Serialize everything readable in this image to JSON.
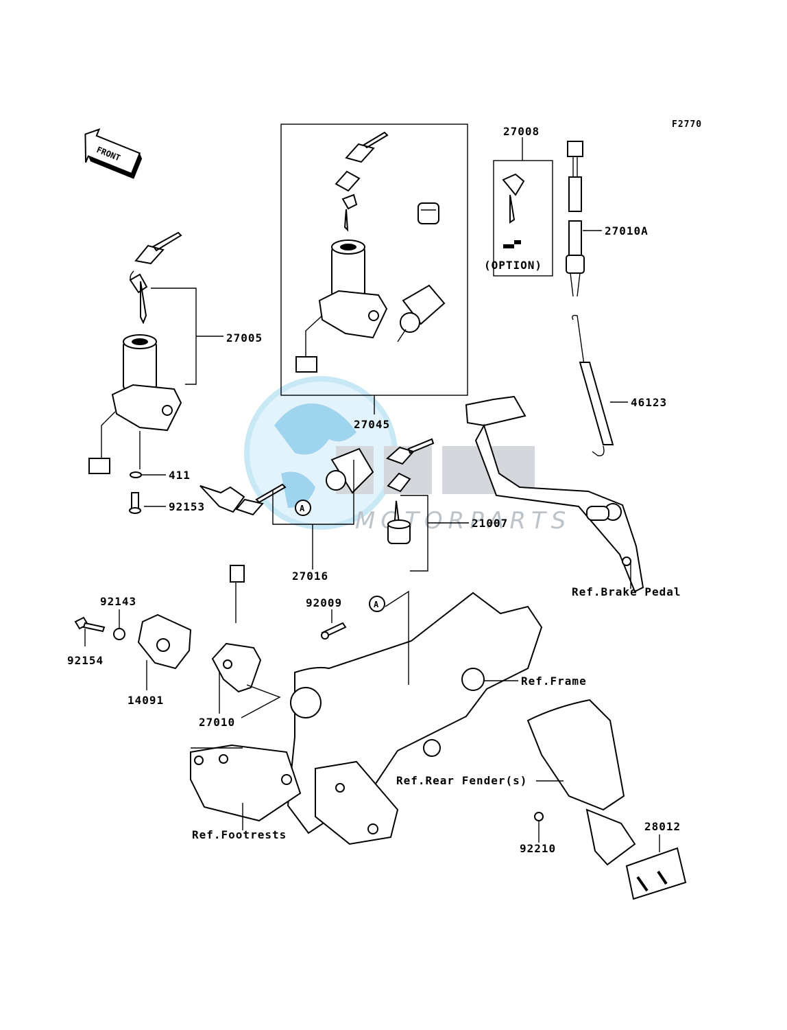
{
  "diagram": {
    "code": "F2770",
    "front_label": "FRONT",
    "option_label": "(OPTION)",
    "callout_letter": "A",
    "watermark": {
      "brand_text": "MOTORPARTS",
      "colors": {
        "globe": "#8fcdea",
        "wordmark": "#b8bec4"
      }
    },
    "parts": [
      "27008",
      "27010A",
      "27005",
      "27045",
      "46123",
      "411",
      "92153",
      "21007",
      "27016",
      "92143",
      "92009",
      "92154",
      "14091",
      "27010",
      "28012",
      "92210"
    ],
    "references": [
      "Ref.Brake Pedal",
      "Ref.Frame",
      "Ref.Rear Fender(s)",
      "Ref.Footrests"
    ]
  }
}
